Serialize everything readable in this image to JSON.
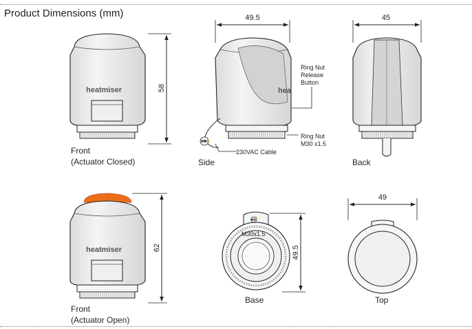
{
  "title": "Product Dimensions (mm)",
  "brand": "heatmiser",
  "brand_partial": "hea",
  "colors": {
    "orange_cap": "#ec6d1a",
    "body_grey": "#ebebeb",
    "outline": "#231f20"
  },
  "views": {
    "front_closed": {
      "label_line1": "Front",
      "label_line2": "(Actuator Closed)",
      "height_dim": "58"
    },
    "side": {
      "label": "Side",
      "width_dim": "49.5",
      "ring_release_line1": "Ring Nut",
      "ring_release_line2": "Release",
      "ring_release_line3": "Button",
      "ring_nut_line1": "Ring Nut",
      "ring_nut_line2": "M30 x1.5",
      "cable": "230VAC Cable"
    },
    "back": {
      "label": "Back",
      "width_dim": "45"
    },
    "front_open": {
      "label_line1": "Front",
      "label_line2": "(Actuator Open)",
      "height_dim": "62"
    },
    "base": {
      "label": "Base",
      "height_dim": "49.5",
      "thread": "M30x1.5"
    },
    "top": {
      "label": "Top",
      "width_dim": "49"
    }
  }
}
